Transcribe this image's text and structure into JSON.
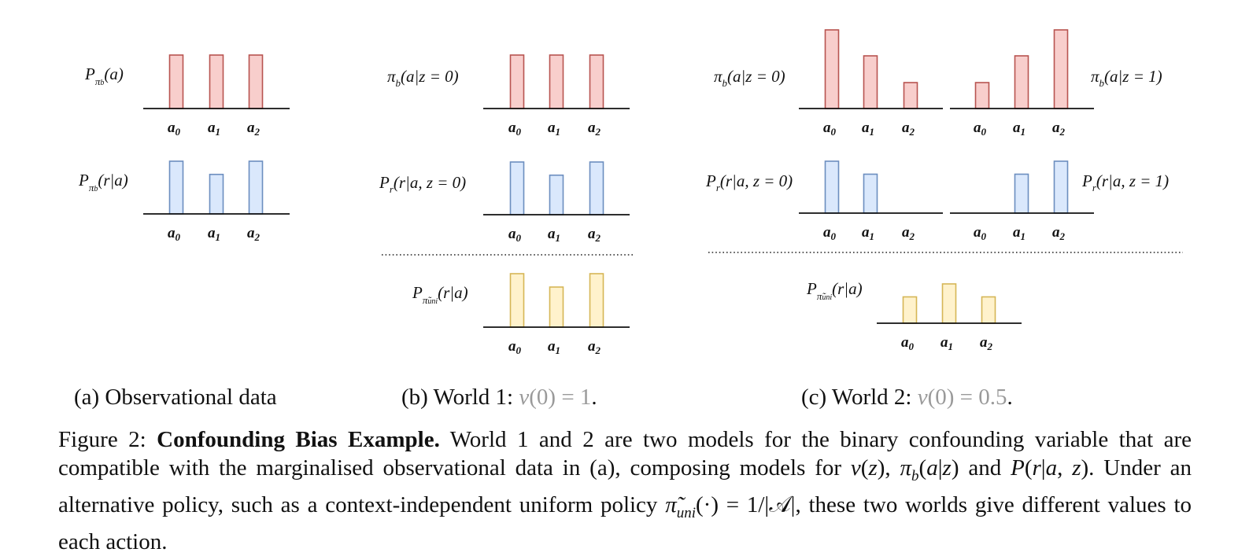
{
  "colors": {
    "red_fill": "#f8cecc",
    "red_stroke": "#b85450",
    "blue_fill": "#dae8fc",
    "blue_stroke": "#6c8ebf",
    "yellow_fill": "#fff2cc",
    "yellow_stroke": "#d6b656"
  },
  "chart_data": [
    {
      "type": "bar",
      "panel": "a",
      "label": "P_{π_b}(a)",
      "categories": [
        "a0",
        "a1",
        "a2"
      ],
      "values": [
        1,
        1,
        1
      ],
      "color": "red"
    },
    {
      "type": "bar",
      "panel": "a",
      "label": "P_{π_b}(r|a)",
      "categories": [
        "a0",
        "a1",
        "a2"
      ],
      "values": [
        1,
        0.75,
        1
      ],
      "color": "blue"
    },
    {
      "type": "bar",
      "panel": "b",
      "label": "π_b(a|z = 0)",
      "categories": [
        "a0",
        "a1",
        "a2"
      ],
      "values": [
        1,
        1,
        1
      ],
      "color": "red"
    },
    {
      "type": "bar",
      "panel": "b",
      "label": "P_r(r|a, z = 0)",
      "categories": [
        "a0",
        "a1",
        "a2"
      ],
      "values": [
        1,
        0.75,
        1
      ],
      "color": "blue"
    },
    {
      "type": "bar",
      "panel": "b",
      "label": "P_{π̃_uni}(r|a)",
      "categories": [
        "a0",
        "a1",
        "a2"
      ],
      "values": [
        1,
        0.75,
        1
      ],
      "color": "yellow"
    },
    {
      "type": "bar",
      "panel": "c",
      "label": "π_b(a|z = 0)",
      "categories": [
        "a0",
        "a1",
        "a2"
      ],
      "values": [
        1,
        0.67,
        0.33
      ],
      "color": "red"
    },
    {
      "type": "bar",
      "panel": "c",
      "label": "π_b(a|z = 1)",
      "categories": [
        "a0",
        "a1",
        "a2"
      ],
      "values": [
        0.33,
        0.67,
        1
      ],
      "color": "red"
    },
    {
      "type": "bar",
      "panel": "c",
      "label": "P_r(r|a, z = 0)",
      "categories": [
        "a0",
        "a1",
        "a2"
      ],
      "values": [
        1,
        0.75,
        0
      ],
      "color": "blue"
    },
    {
      "type": "bar",
      "panel": "c",
      "label": "P_r(r|a, z = 1)",
      "categories": [
        "a0",
        "a1",
        "a2"
      ],
      "values": [
        0,
        0.75,
        1
      ],
      "color": "blue"
    },
    {
      "type": "bar",
      "panel": "c",
      "label": "P_{π̃_uni}(r|a)",
      "categories": [
        "a0",
        "a1",
        "a2"
      ],
      "values": [
        0.67,
        1,
        0.67
      ],
      "color": "yellow"
    }
  ],
  "subcaptions": {
    "a": "(a) Observational data",
    "b_prefix": "(b) World 1: ",
    "b_value": "1",
    "c_prefix": "(c) World 2: ",
    "c_value": "0.5"
  },
  "caption": {
    "prefix": "Figure 2: ",
    "title": "Confounding Bias Example.",
    "text1": " World 1 and 2 are two models for the binary confounding variable that are compatible with the marginalised observational data in (a), composing models for ",
    "text2": " and ",
    "text3": ". Under an alternative policy, such as a context-independent uniform policy ",
    "text4": ", these two worlds give different values to each action."
  }
}
